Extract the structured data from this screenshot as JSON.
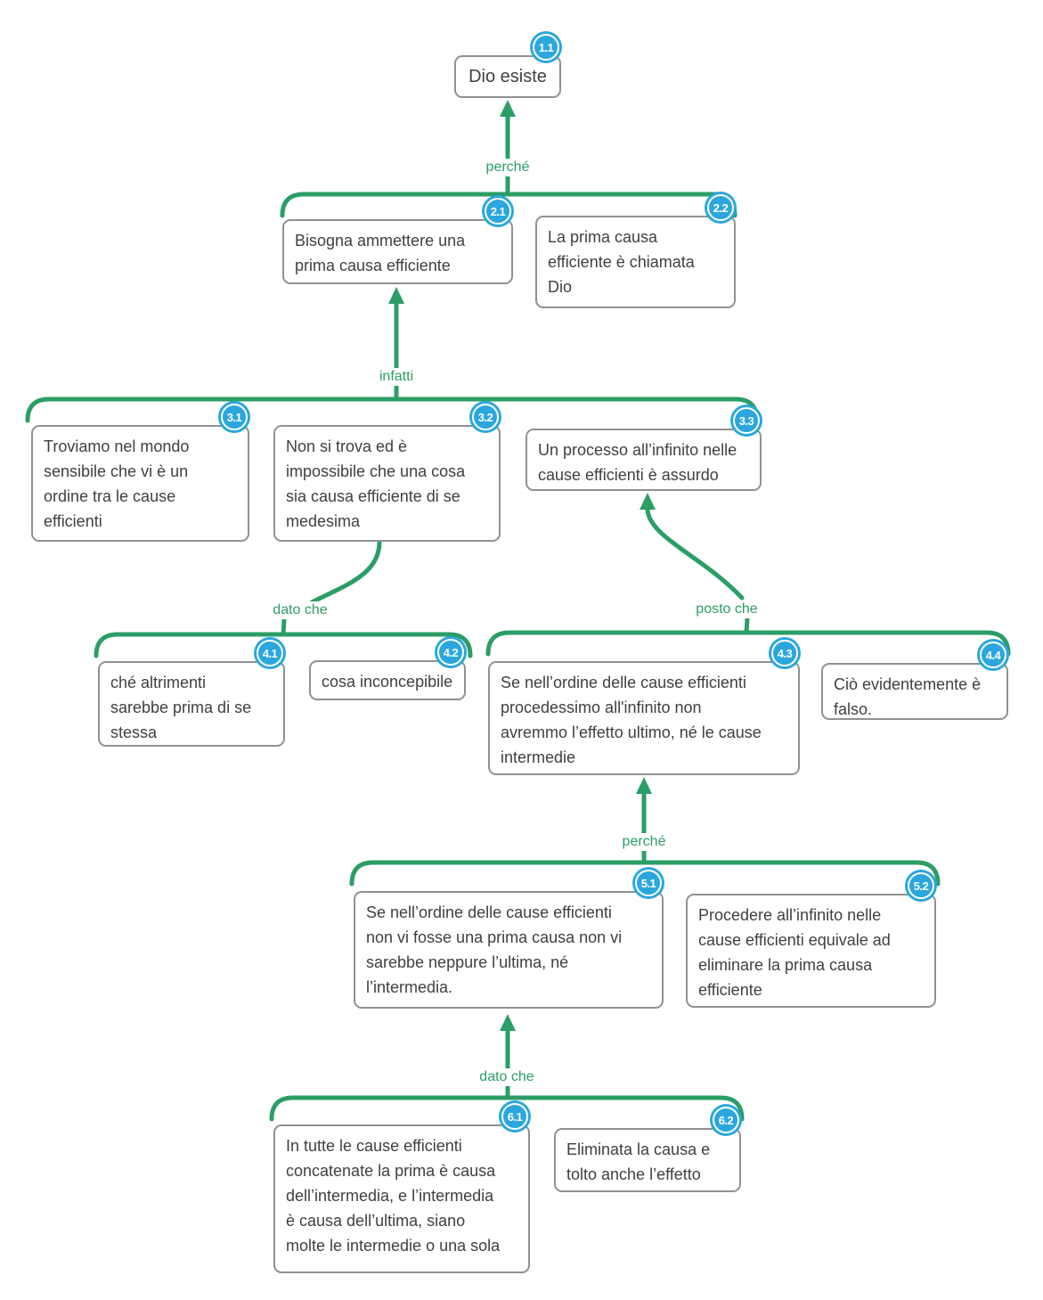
{
  "colors": {
    "connector_green": "#2b9e66",
    "badge_blue": "#2ba7de",
    "box_border_gray": "#8f9193",
    "text_gray": "#404040"
  },
  "nodes": [
    {
      "id": "1.1",
      "text": "Dio esiste"
    },
    {
      "id": "2.1",
      "text": "Bisogna ammettere una\nprima causa efficiente"
    },
    {
      "id": "2.2",
      "text": "La prima causa\nefficiente è chiamata\nDio"
    },
    {
      "id": "3.1",
      "text": "Troviamo nel mondo\nsensibile che vi è un\nordine tra le cause\nefficienti"
    },
    {
      "id": "3.2",
      "text": "Non si trova ed è\nimpossibile che una cosa\nsia causa efficiente di se\nmedesima"
    },
    {
      "id": "3.3",
      "text": "Un processo all’infinito nelle\ncause efficienti è assurdo"
    },
    {
      "id": "4.1",
      "text": "ché altrimenti\nsarebbe prima di se\nstessa"
    },
    {
      "id": "4.2",
      "text": "cosa inconcepibile"
    },
    {
      "id": "4.3",
      "text": "Se nell’ordine delle cause efficienti\nprocedessimo all'infinito non\navremmo l’effetto ultimo, né le cause\nintermedie"
    },
    {
      "id": "4.4",
      "text": "Ciò evidentemente è\nfalso."
    },
    {
      "id": "5.1",
      "text": "Se nell’ordine delle cause efficienti\nnon vi fosse una prima causa non vi\nsarebbe neppure l’ultima, né\nl’intermedia."
    },
    {
      "id": "5.2",
      "text": "Procedere all’infinito nelle\ncause efficienti equivale ad\neliminare la prima causa\nefficiente"
    },
    {
      "id": "6.1",
      "text": "In tutte le cause efficienti\nconcatenate la prima è causa\ndell’intermedia, e l’intermedia\nè causa dell’ultima, siano\nmolte le intermedie o una sola"
    },
    {
      "id": "6.2",
      "text": "Eliminata la causa e\ntolto anche l’effetto"
    }
  ],
  "connectors": [
    {
      "label": "perché"
    },
    {
      "label": "infatti"
    },
    {
      "label": "dato che"
    },
    {
      "label": "posto che"
    },
    {
      "label": "perché"
    },
    {
      "label": "dato che"
    }
  ]
}
